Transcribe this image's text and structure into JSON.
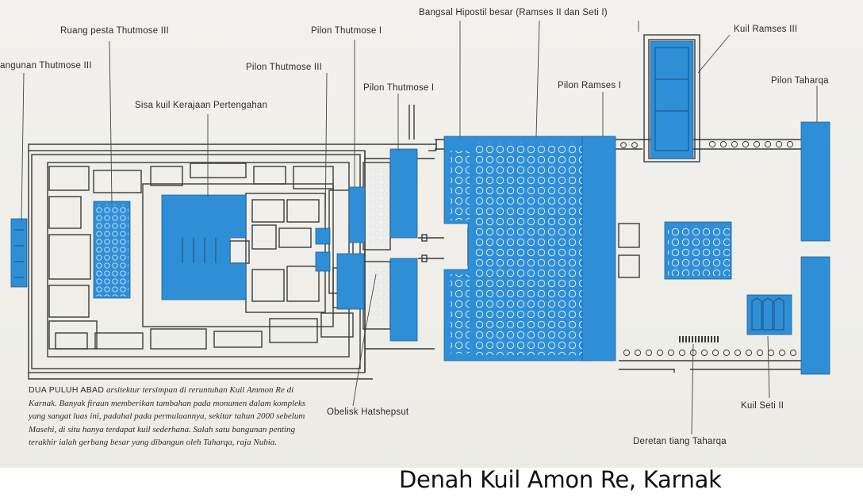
{
  "title": "Denah Kuil Amon Re, Karnak",
  "colors": {
    "highlight": "#2e8fd6",
    "line": "#3a3a3a",
    "paper": "#efeee9"
  },
  "labels": {
    "bangsal_hipostil": "Bangsal Hipostil besar (Ramses II dan Seti I)",
    "kuil_ramses_iii": "Kuil Ramses III",
    "ruang_pesta": "Ruang pesta Thutmose III",
    "pilon_thutmose_i_top": "Pilon Thutmose I",
    "bangunan_thutmose_iii": "angunan Thutmose III",
    "pilon_thutmose_iii": "Pilon Thutmose III",
    "pilon_thutmose_i": "Pilon Thutmose I",
    "pilon_ramses_i": "Pilon Ramses I",
    "pilon_taharqa": "Pilon Taharqa",
    "sisa_kuil": "Sisa kuil Kerajaan Pertengahan",
    "obelisk": "Obelisk Hatshepsut",
    "kuil_seti_ii": "Kuil Seti II",
    "deretan_tiang": "Deretan tiang Taharqa"
  },
  "caption": {
    "lead": "DUA PULUH ABAD",
    "text": " arsitektur tersimpan di reruntuhan Kuil Ammon Re di Karnak. Banyak firaun memberikan tambahan pada monumen dalam kompleks yang sangat luas ini, padahal pada permulaannya, sekitar tahun 2000 sebelum Masehi, di situ hanya terdapat kuil sederhana. Salah satu bangunan penting terakhir ialah gerbang besar yang dibangun oleh Taharqa, raja Nubia."
  }
}
